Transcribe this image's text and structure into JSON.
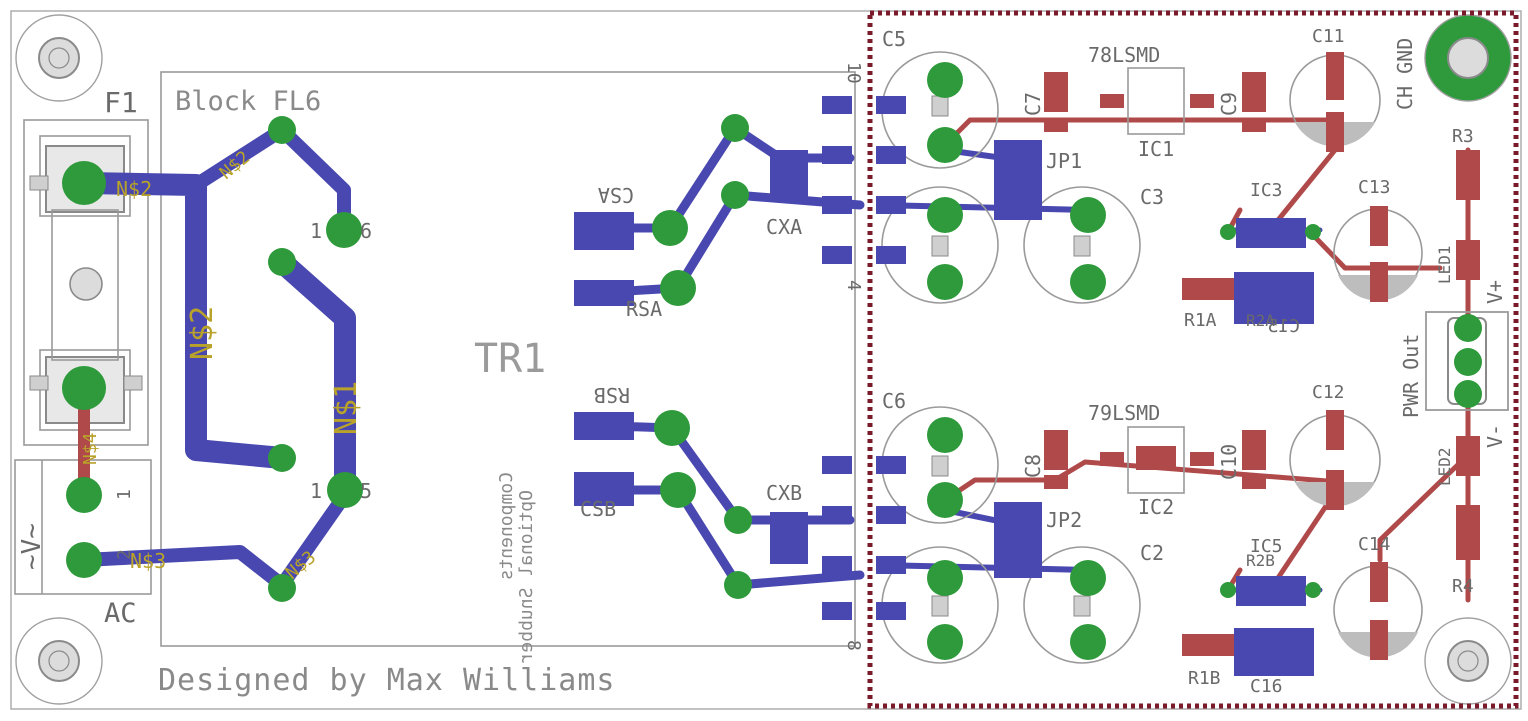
{
  "board": {
    "designer_credit": "Designed by Max Williams",
    "transformer_block": "Block FL6",
    "transformer_ref": "TR1",
    "optional_note_line1": "Optional Snubber",
    "optional_note_line2": "Components",
    "net_names": {
      "n1": "N$1",
      "n2": "N$2",
      "n3": "N$3",
      "n4": "N$4"
    }
  },
  "colors": {
    "top_copper": "#b04a4a",
    "bottom_copper": "#4848b0",
    "pads": "#2e9a3c",
    "silkscreen": "#9a9a9a",
    "keepout": "#7a1a2a"
  },
  "parts": {
    "fuse": "F1",
    "ac_connector": "AC",
    "ac_pin1": "1",
    "ac_pin2": "2",
    "ac_side_text": "~V~",
    "reg_pos": "78LSMD",
    "reg_neg": "79LSMD",
    "ic1": "IC1",
    "ic2": "IC2",
    "ic3": "IC3",
    "ic5": "IC5",
    "jp1": "JP1",
    "jp2": "JP2",
    "c2": "C2",
    "c3": "C3",
    "c5": "C5",
    "c6": "C6",
    "c7": "C7",
    "c8": "C8",
    "c9": "C9",
    "c10": "C10",
    "c11": "C11",
    "c12": "C12",
    "c13": "C13",
    "c14": "C14",
    "c15": "C15",
    "c16": "C16",
    "r1a": "R1A",
    "r1b": "R1B",
    "r2a": "R2A",
    "r2b": "R2B",
    "r3": "R3",
    "r4": "R4",
    "led1": "LED1",
    "led2": "LED2",
    "csa": "CSA",
    "rsa": "RSA",
    "csb": "CSB",
    "rsb": "RSB",
    "cxa": "CXA",
    "cxb": "CXB",
    "pwr_out": "PWR Out",
    "v_plus": "V+",
    "v_minus": "V-",
    "ch_gnd": "CH GND",
    "pin_labels": {
      "p1": "1",
      "p4": "4",
      "p5": "5",
      "p6": "6",
      "p8": "8",
      "p10": "10"
    }
  }
}
